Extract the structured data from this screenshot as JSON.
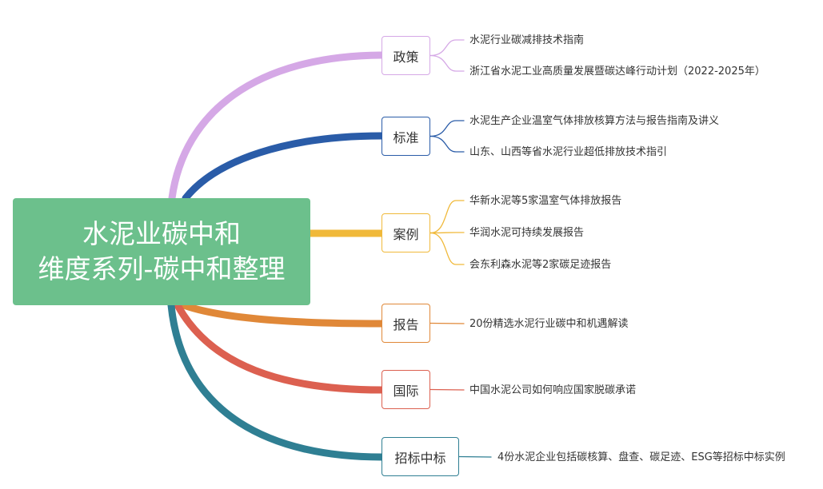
{
  "root": {
    "line1": "水泥业碳中和",
    "line2": "维度系列-碳中和整理"
  },
  "branches": [
    {
      "label": "政策",
      "color": "#d5a8e6",
      "leaves": [
        "水泥行业碳减排技术指南",
        "浙江省水泥工业高质量发展暨碳达峰行动计划（2022-2025年）"
      ]
    },
    {
      "label": "标准",
      "color": "#2a5ca8",
      "leaves": [
        "水泥生产企业温室气体排放核算方法与报告指南及讲义",
        "山东、山西等省水泥行业超低排放技术指引"
      ]
    },
    {
      "label": "案例",
      "color": "#f0b93a",
      "leaves": [
        "华新水泥等5家温室气体排放报告",
        "华润水泥可持续发展报告",
        "会东利森水泥等2家碳足迹报告"
      ]
    },
    {
      "label": "报告",
      "color": "#e08838",
      "leaves": [
        "20份精选水泥行业碳中和机遇解读"
      ]
    },
    {
      "label": "国际",
      "color": "#dc6050",
      "leaves": [
        "中国水泥公司如何响应国家脱碳承诺"
      ]
    },
    {
      "label": "招标中标",
      "color": "#2f7f93",
      "leaves": [
        "4份水泥企业包括碳核算、盘查、碳足迹、ESG等招标中标实例"
      ]
    }
  ]
}
